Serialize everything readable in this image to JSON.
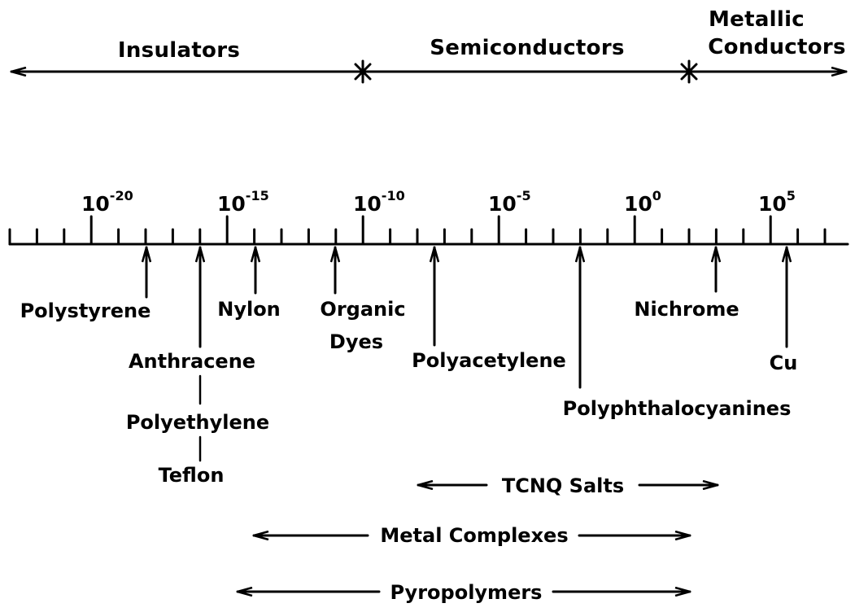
{
  "colors": {
    "ink": "#000000",
    "background": "#ffffff"
  },
  "regions": [
    {
      "label": "Insulators"
    },
    {
      "label": "Semiconductors"
    },
    {
      "label": "Metallic",
      "label2": "Conductors"
    }
  ],
  "scale": {
    "ticks": [
      {
        "base": "10",
        "exp": "-20"
      },
      {
        "base": "10",
        "exp": "-15"
      },
      {
        "base": "10",
        "exp": "-10"
      },
      {
        "base": "10",
        "exp": "-5"
      },
      {
        "base": "10",
        "exp": "0"
      },
      {
        "base": "10",
        "exp": "5"
      }
    ]
  },
  "materials": {
    "polystyrene": "Polystyrene",
    "anthracene": "Anthracene",
    "polyethylene": "Polyethylene",
    "teflon": "Teflon",
    "nylon": "Nylon",
    "organic_dyes_1": "Organic",
    "organic_dyes_2": "Dyes",
    "polyacetylene": "Polyacetylene",
    "polyphthalocyanines": "Polyphthalocyanines",
    "nichrome": "Nichrome",
    "cu": "Cu"
  },
  "ranges": {
    "tcnq": "TCNQ Salts",
    "metal_complexes": "Metal Complexes",
    "pyropolymers": "Pyropolymers"
  }
}
